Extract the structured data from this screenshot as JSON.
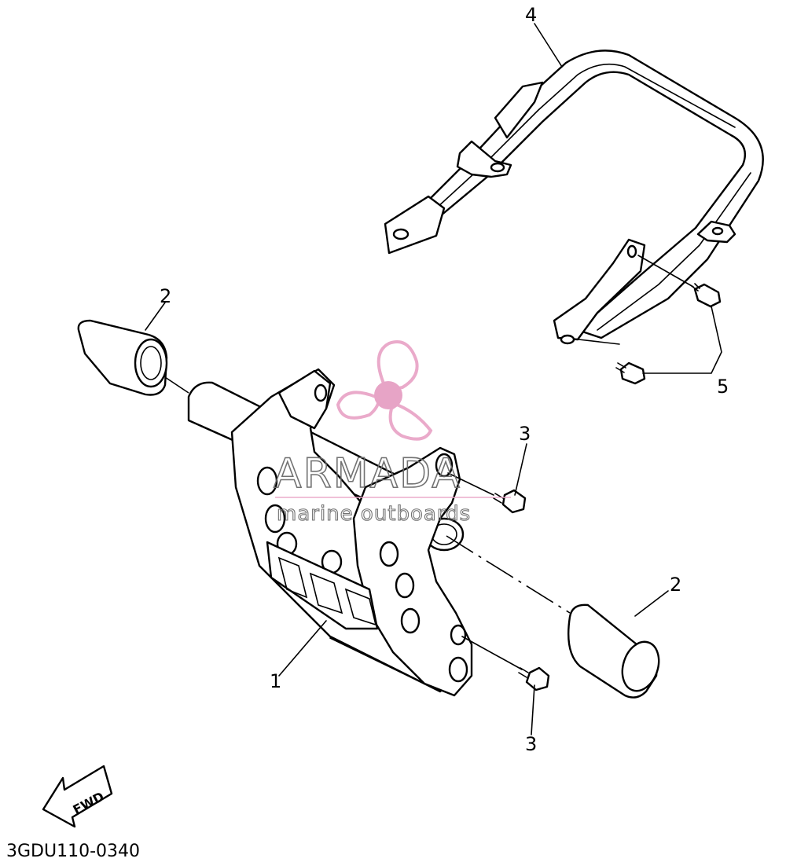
{
  "diagram": {
    "callouts": {
      "part1": "1",
      "part2_left": "2",
      "part2_right": "2",
      "part3_top": "3",
      "part3_bottom": "3",
      "part4": "4",
      "part5": "5"
    },
    "diagram_code": "3GDU110-0340",
    "fwd_label": "FWD"
  },
  "watermark": {
    "title": "ARMADA",
    "subtitle": "marine outboards",
    "colors": {
      "propeller": "#e9a6c8",
      "hub": "#e6a0c4",
      "text": "#6b6b6b",
      "rule": "#e9a6c8"
    }
  }
}
